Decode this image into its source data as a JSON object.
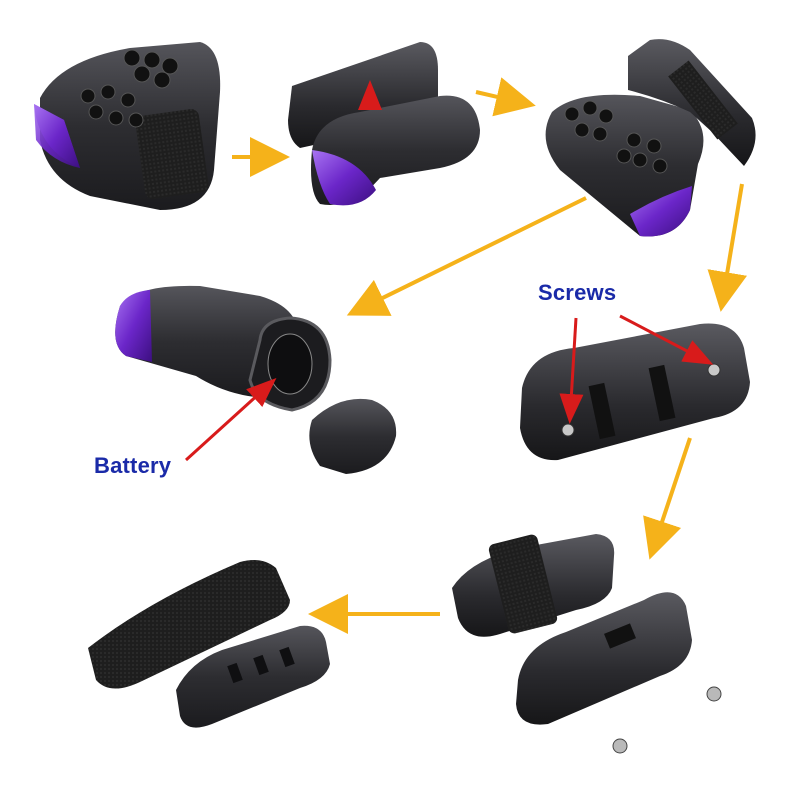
{
  "image": {
    "labels": {
      "screws": "Screws",
      "battery": "Battery"
    },
    "colors": {
      "background": "#ffffff",
      "plastic": "#2b2b2e",
      "plastic_light": "#4a4a4f",
      "led_purple": "#7a2fd6",
      "arrow_orange": "#f5b21a",
      "pointer_red": "#d81b1b",
      "label_blue": "#1a2aa8",
      "strap_black": "#1c1c1c"
    },
    "steps": [
      {
        "name": "remote-with-strap"
      },
      {
        "name": "remote-on-bracket"
      },
      {
        "name": "remote-and-bracket-separated"
      },
      {
        "name": "battery-compartment-open"
      },
      {
        "name": "bracket-with-screws"
      },
      {
        "name": "bracket-disassembled"
      },
      {
        "name": "strap-and-clip"
      }
    ]
  }
}
